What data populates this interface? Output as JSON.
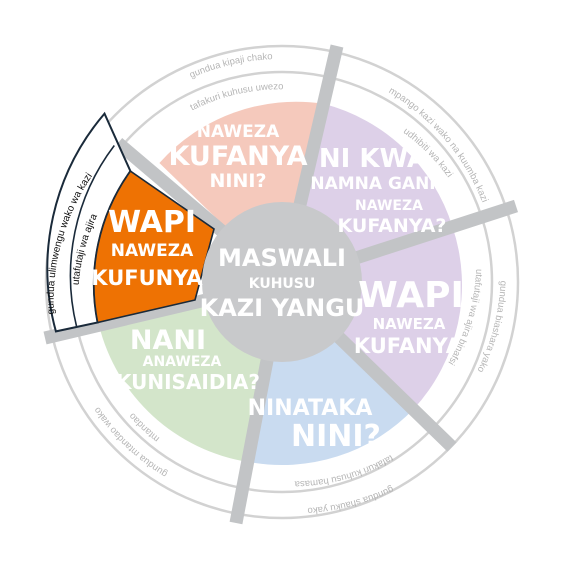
{
  "center": {
    "line1": "MASWALI",
    "line2": "KUHUSU",
    "line3": "KAZI YANGU"
  },
  "segments": [
    {
      "id": "top",
      "color": "#f5c9bc",
      "lines": [
        "NAWEZA",
        "KUFANYA",
        "NINI?"
      ],
      "ring_inner": "tafakuri kuhusu uwezo",
      "ring_outer": "gundua kipaji chako"
    },
    {
      "id": "upper-right",
      "color": "#ddd0e8",
      "lines": [
        "NI KWA",
        "NAMNA GANI",
        "NAWEZA",
        "KUFANYA?"
      ],
      "ring_inner": "udhibiti wa kazi",
      "ring_outer": "mpango kazi wako na kuumba kazi"
    },
    {
      "id": "lower-right",
      "color": "#ddd0e8",
      "lines": [
        "WAPI",
        "NAWEZA",
        "KUFANYA?"
      ],
      "ring_inner": "utafutaji wa ajira binafsi",
      "ring_outer": "gundua biashara yako"
    },
    {
      "id": "bottom",
      "color": "#c9dbf0",
      "lines": [
        "NINATAKA",
        "NINI?"
      ],
      "ring_inner": "tafakuri kuhusu hamasa",
      "ring_outer": "gundua shauku yako"
    },
    {
      "id": "lower-left",
      "color": "#d3e5ca",
      "lines": [
        "NANI",
        "ANAWEZA",
        "KUNISAIDIA?"
      ],
      "ring_inner": "mtandao",
      "ring_outer": "gundua mtandao wako"
    },
    {
      "id": "left-highlight",
      "color": "#ee7203",
      "lines": [
        "WAPI",
        "NAWEZA",
        "KUFUNYA"
      ],
      "ring_inner": "utafutaji wa ajira",
      "ring_outer": "gundua ulimwengu wako wa kazi"
    }
  ],
  "colors": {
    "ring_stroke": "#cfcfcf",
    "divider": "#c2c4c6",
    "center_fill": "#c8c9cb",
    "highlight": "#ee7203",
    "highlight_outline": "#1a2a3a",
    "faded_text": "#ffffff",
    "ring_text": "#b5b5b5",
    "highlight_ring_text": "#111111"
  }
}
